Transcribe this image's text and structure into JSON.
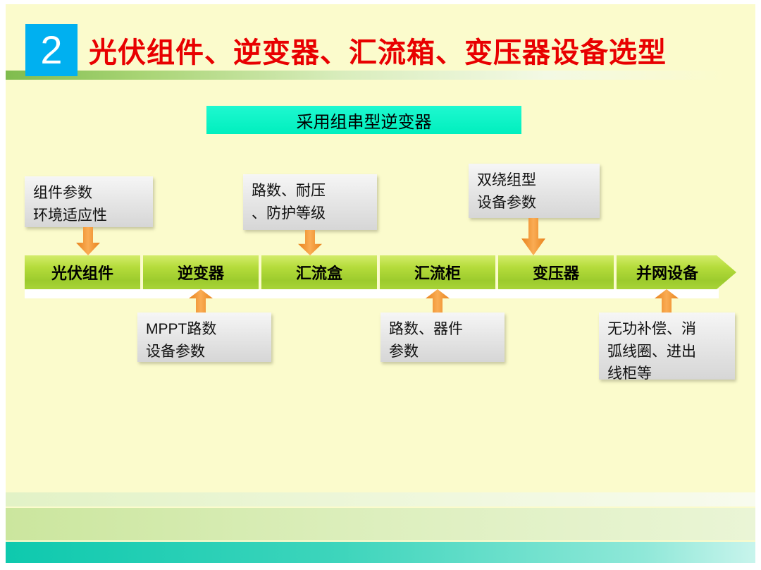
{
  "slide": {
    "number": "2",
    "title": "光伏组件、逆变器、汇流箱、变压器设备选型",
    "banner_label": "采用组串型逆变器"
  },
  "top_callouts": [
    {
      "label": "组件参数\n环境适应性"
    },
    {
      "label": "路数、耐压\n、防护等级"
    },
    {
      "label": "双绕组型\n设备参数"
    }
  ],
  "process_bar": {
    "segments": [
      {
        "label": "光伏组件"
      },
      {
        "label": "逆变器"
      },
      {
        "label": "汇流盒"
      },
      {
        "label": "汇流柜"
      },
      {
        "label": "变压器"
      },
      {
        "label": "并网设备"
      }
    ]
  },
  "bottom_callouts": [
    {
      "label": "MPPT路数\n设备参数"
    },
    {
      "label": "路数、器件\n参数"
    },
    {
      "label": "无功补偿、消\n弧线圈、进出\n线柜等"
    }
  ],
  "colors": {
    "background": "#FBFBCC",
    "number_badge": "#00B0F0",
    "title_red": "#E80000",
    "banner_teal": "#00EFBE",
    "bar_green": "#A9D437",
    "arrow_orange": "#F0932E",
    "footer_teal": "#0EC9AE"
  }
}
